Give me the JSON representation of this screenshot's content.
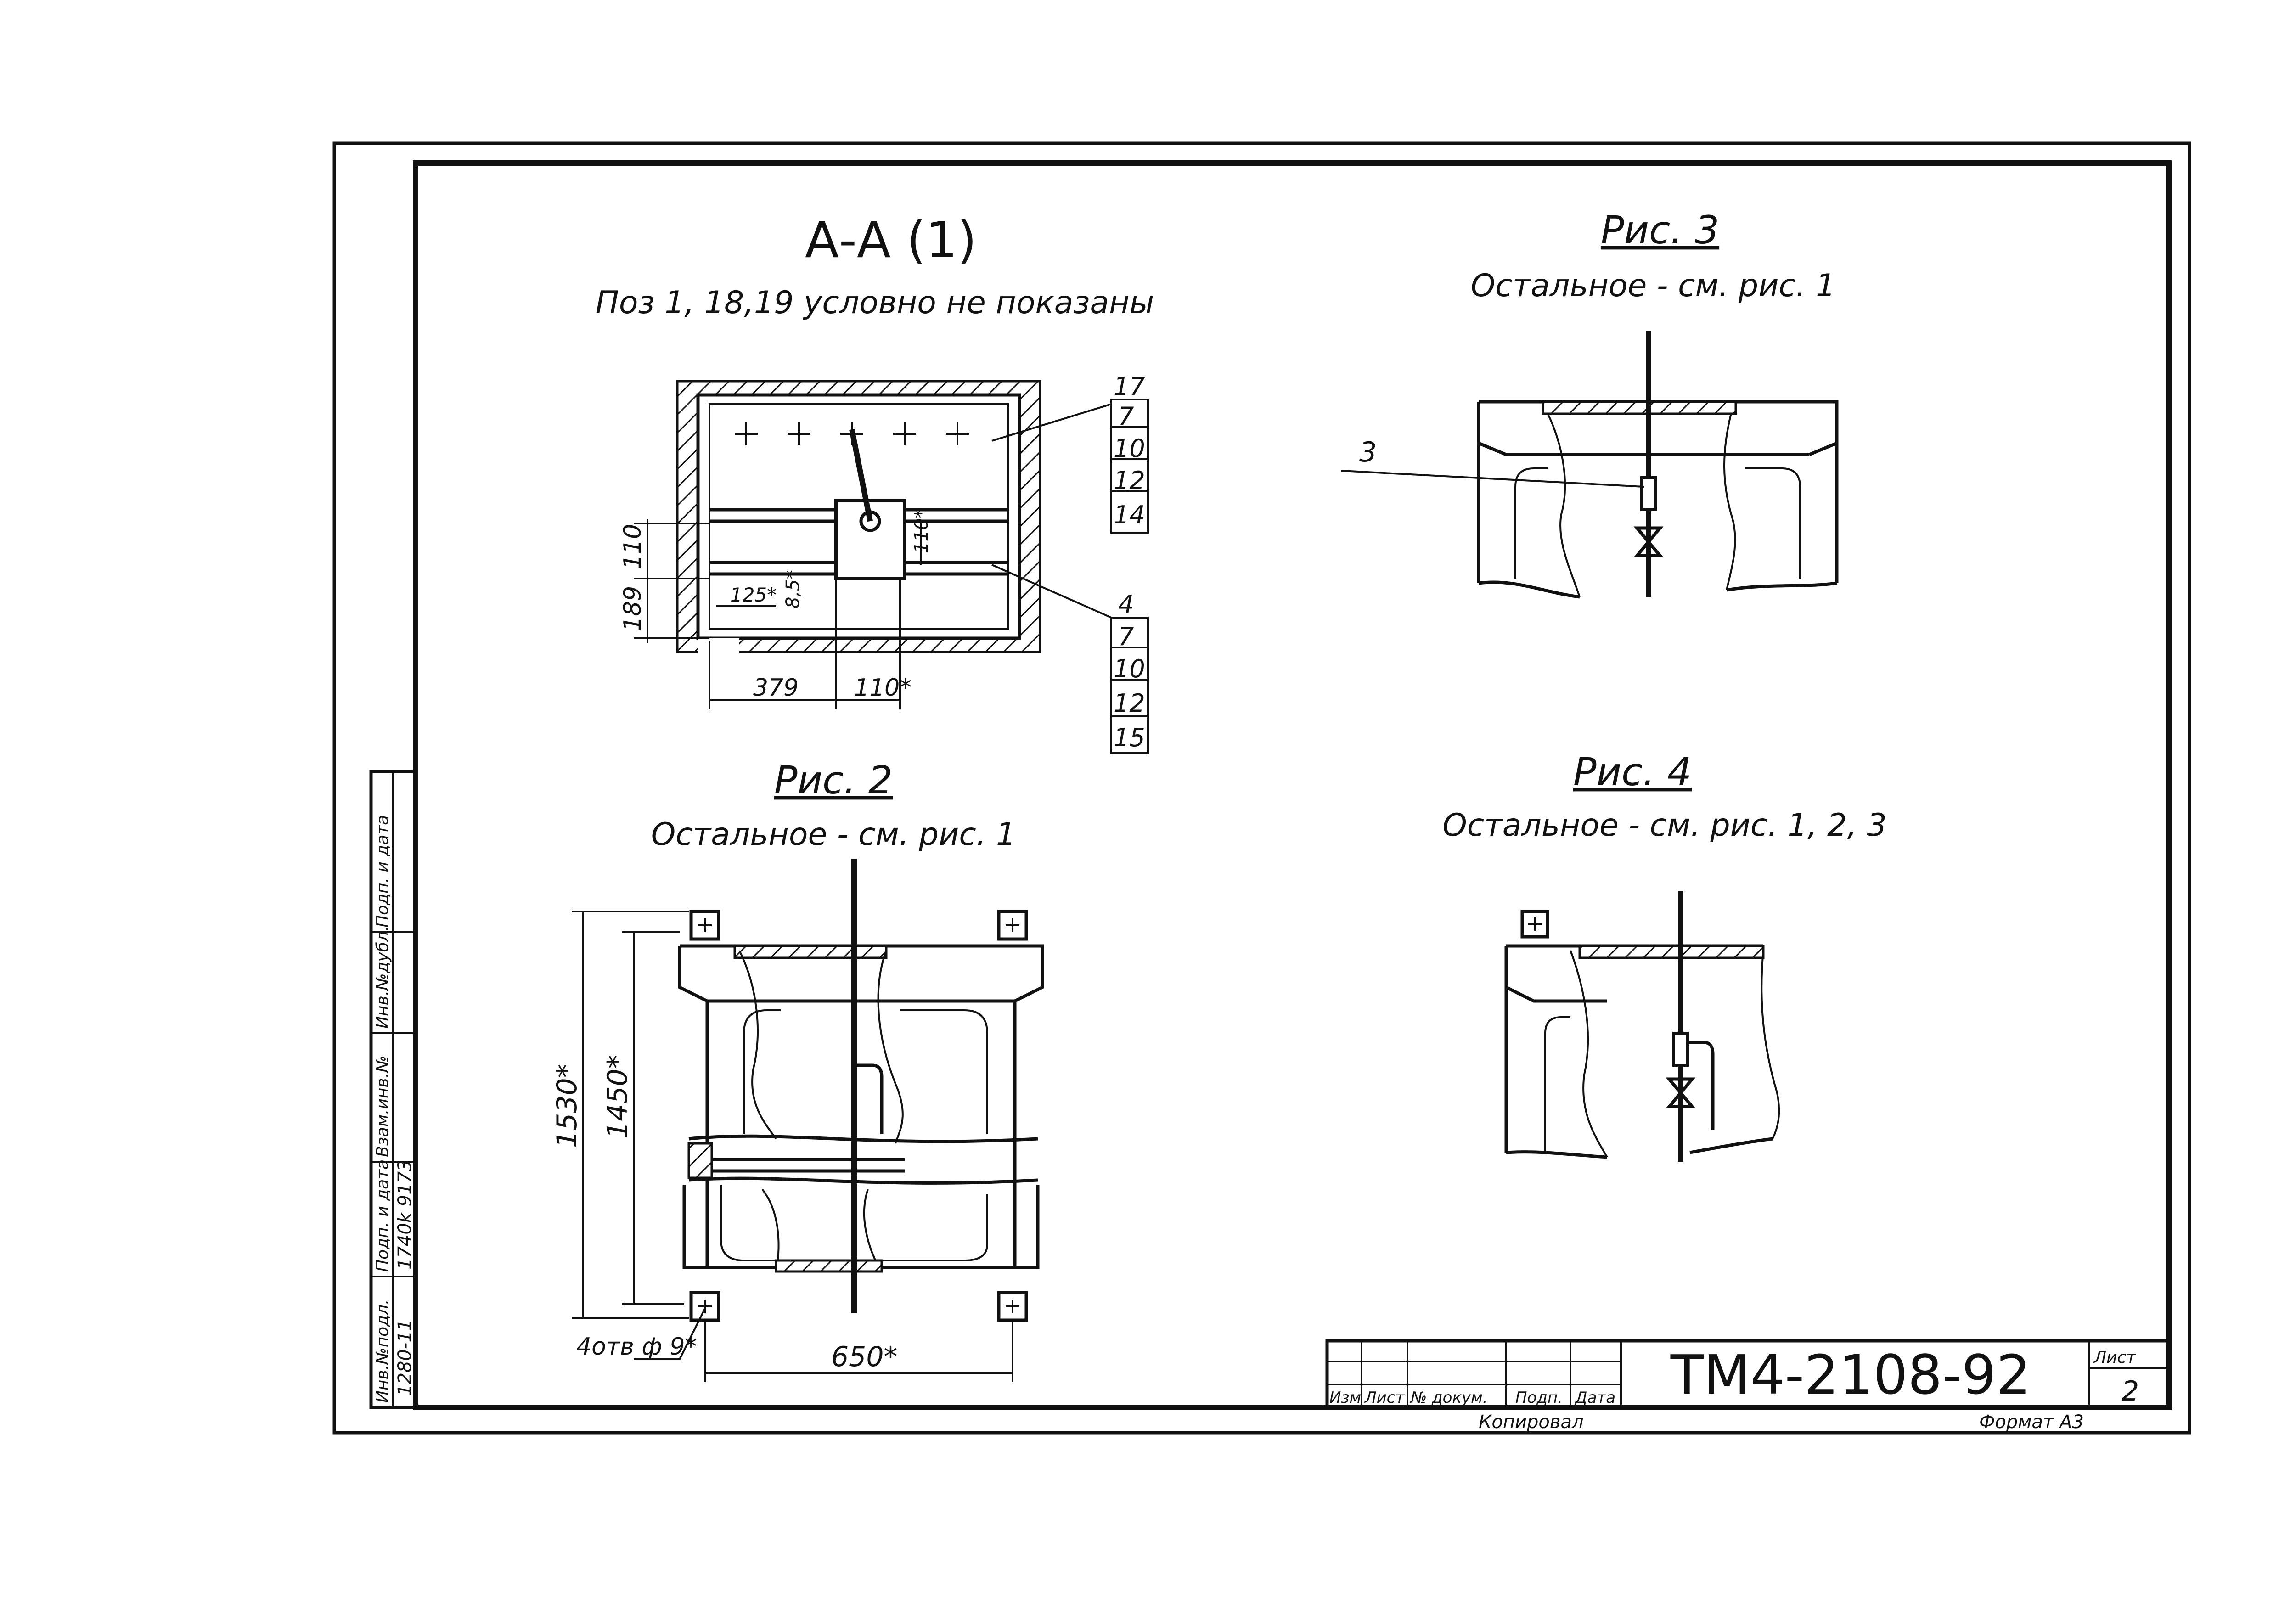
{
  "section_aa": {
    "title": "А-А (1)",
    "note": "Поз 1, 18,19 условно не показаны",
    "dims": [
      "110",
      "189",
      "125*",
      "8,5*",
      "110*",
      "379",
      "110*"
    ],
    "leader_upper": [
      "17",
      "7",
      "10",
      "12",
      "14"
    ],
    "leader_lower": [
      "4",
      "7",
      "10",
      "12",
      "15"
    ]
  },
  "fig2": {
    "title": "Рис. 2",
    "note": "Остальное - см. рис. 1",
    "dims": [
      "1530*",
      "1450*",
      "650*"
    ],
    "holes_label": "4отв ф 9*"
  },
  "fig3": {
    "title": "Рис. 3",
    "note": "Остальное - см. рис. 1",
    "callout": "3"
  },
  "fig4": {
    "title": "Рис. 4",
    "note": "Остальное - см. рис. 1, 2, 3"
  },
  "side_stamp": {
    "cols": [
      "Инв.№подл.",
      "Подп. и дата",
      "Взам.инв.№",
      "Инв.№дубл.",
      "Подп. и дата"
    ],
    "values": [
      "1280-11",
      "1740k 9173"
    ]
  },
  "title_block": {
    "headers": [
      "Изм",
      "Лист",
      "№ докум.",
      "Подп.",
      "Дата"
    ],
    "designation": "ТМ4-2108-92",
    "sheet_label": "Лист",
    "sheet_number": "2",
    "copied": "Копировал",
    "format": "Формат А3"
  }
}
